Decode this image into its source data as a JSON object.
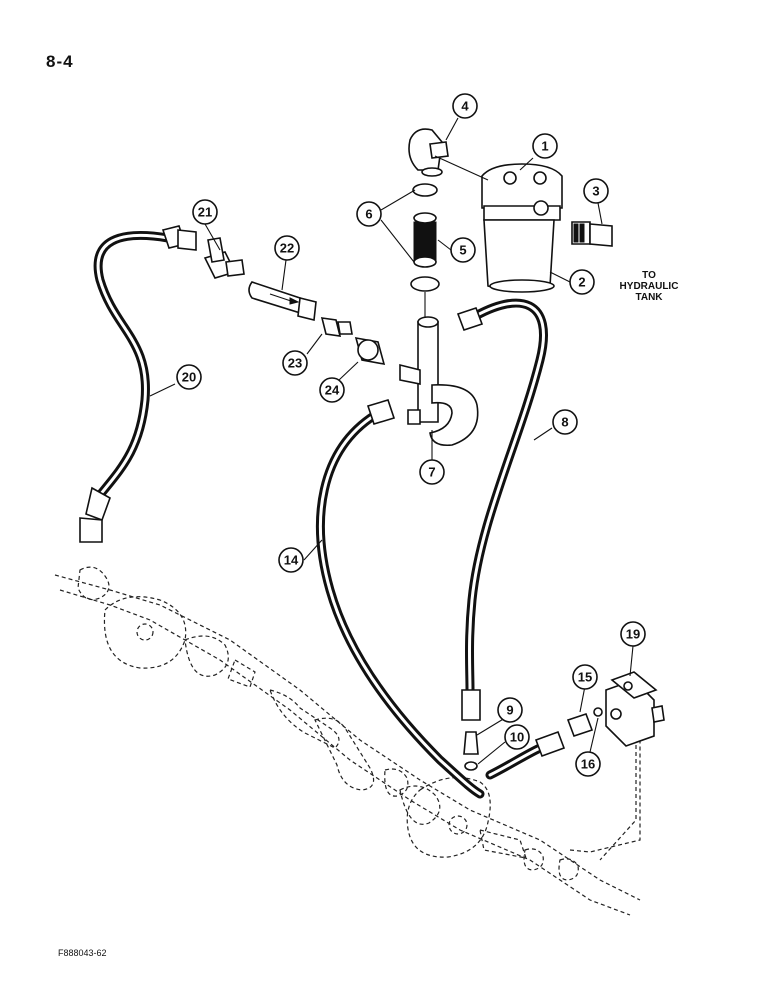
{
  "page": {
    "number": "8-4",
    "figure_code": "F888043-62"
  },
  "tank_label": {
    "line1": "TO",
    "line2": "HYDRAULIC",
    "line3": "TANK"
  },
  "callouts": [
    "1",
    "2",
    "3",
    "4",
    "5",
    "6",
    "7",
    "8",
    "9",
    "10",
    "14",
    "15",
    "16",
    "19",
    "20",
    "21",
    "22",
    "23",
    "24"
  ]
}
